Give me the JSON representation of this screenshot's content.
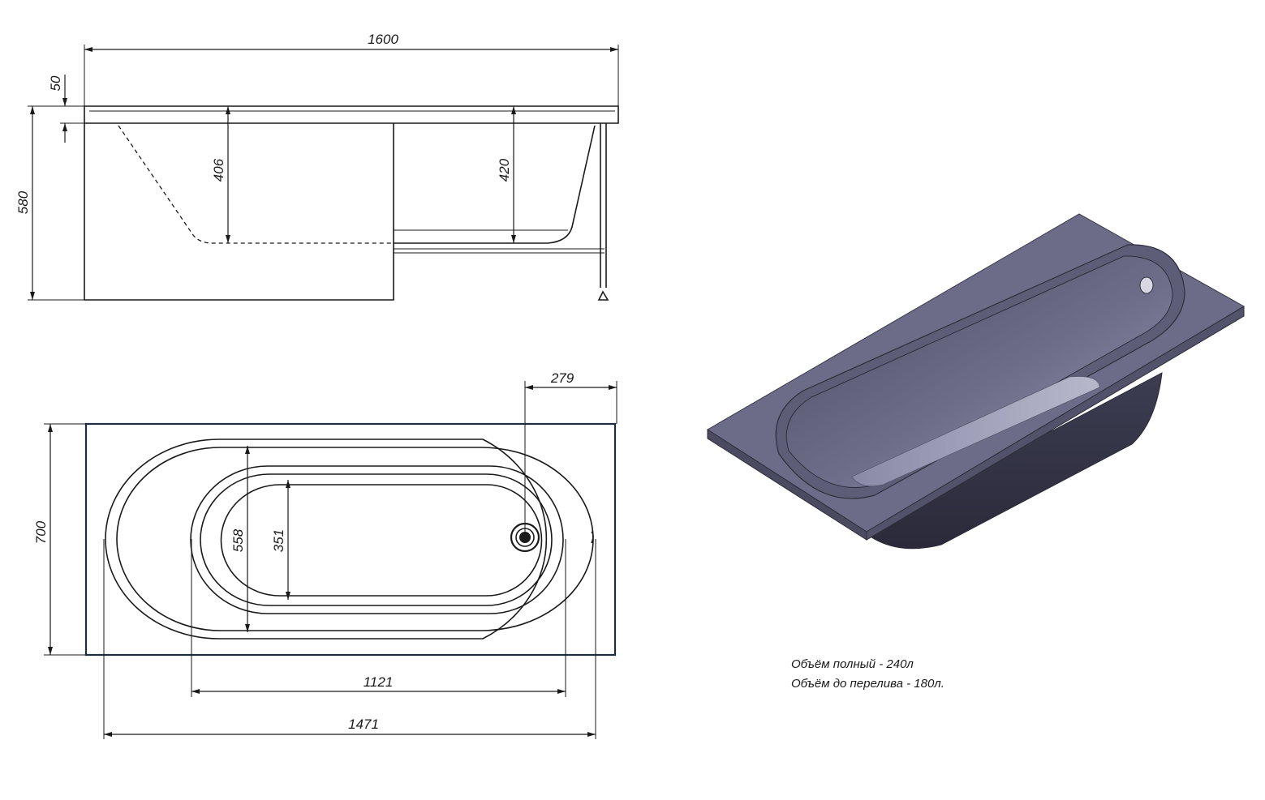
{
  "dimensions": {
    "length_total": "1600",
    "rim_thickness": "50",
    "height_total": "580",
    "depth_left": "406",
    "depth_right": "420",
    "drain_offset": "279",
    "width_total": "700",
    "inner_width": "558",
    "bottom_width": "351",
    "bottom_length": "1121",
    "inner_length": "1471"
  },
  "notes": {
    "volume_full": "Объём полный - 240л",
    "volume_overflow": "Объём до перелива - 180л."
  },
  "colors": {
    "line": "#1a1a1a",
    "tub_rim": "#6a6a86",
    "tub_interior": "#5a5a74",
    "tub_side": "#3a3a4e"
  }
}
